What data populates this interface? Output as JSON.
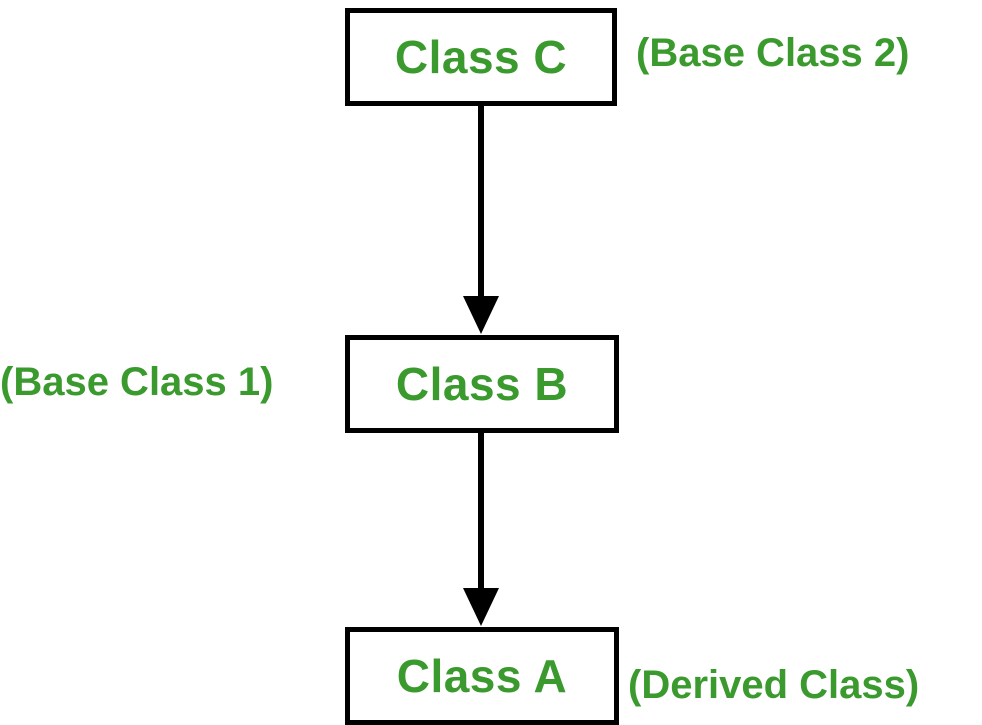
{
  "diagram": {
    "nodes": {
      "c": {
        "label": "Class C",
        "annotation": "(Base Class 2)"
      },
      "b": {
        "label": "Class B",
        "annotation": "(Base Class 1)"
      },
      "a": {
        "label": "Class A",
        "annotation": "(Derived Class)"
      }
    },
    "edges": [
      {
        "from": "Class C",
        "to": "Class B"
      },
      {
        "from": "Class B",
        "to": "Class A"
      }
    ],
    "colors": {
      "label": "#3b9a2e",
      "border": "#000000",
      "arrow": "#000000",
      "background": "#ffffff"
    }
  }
}
